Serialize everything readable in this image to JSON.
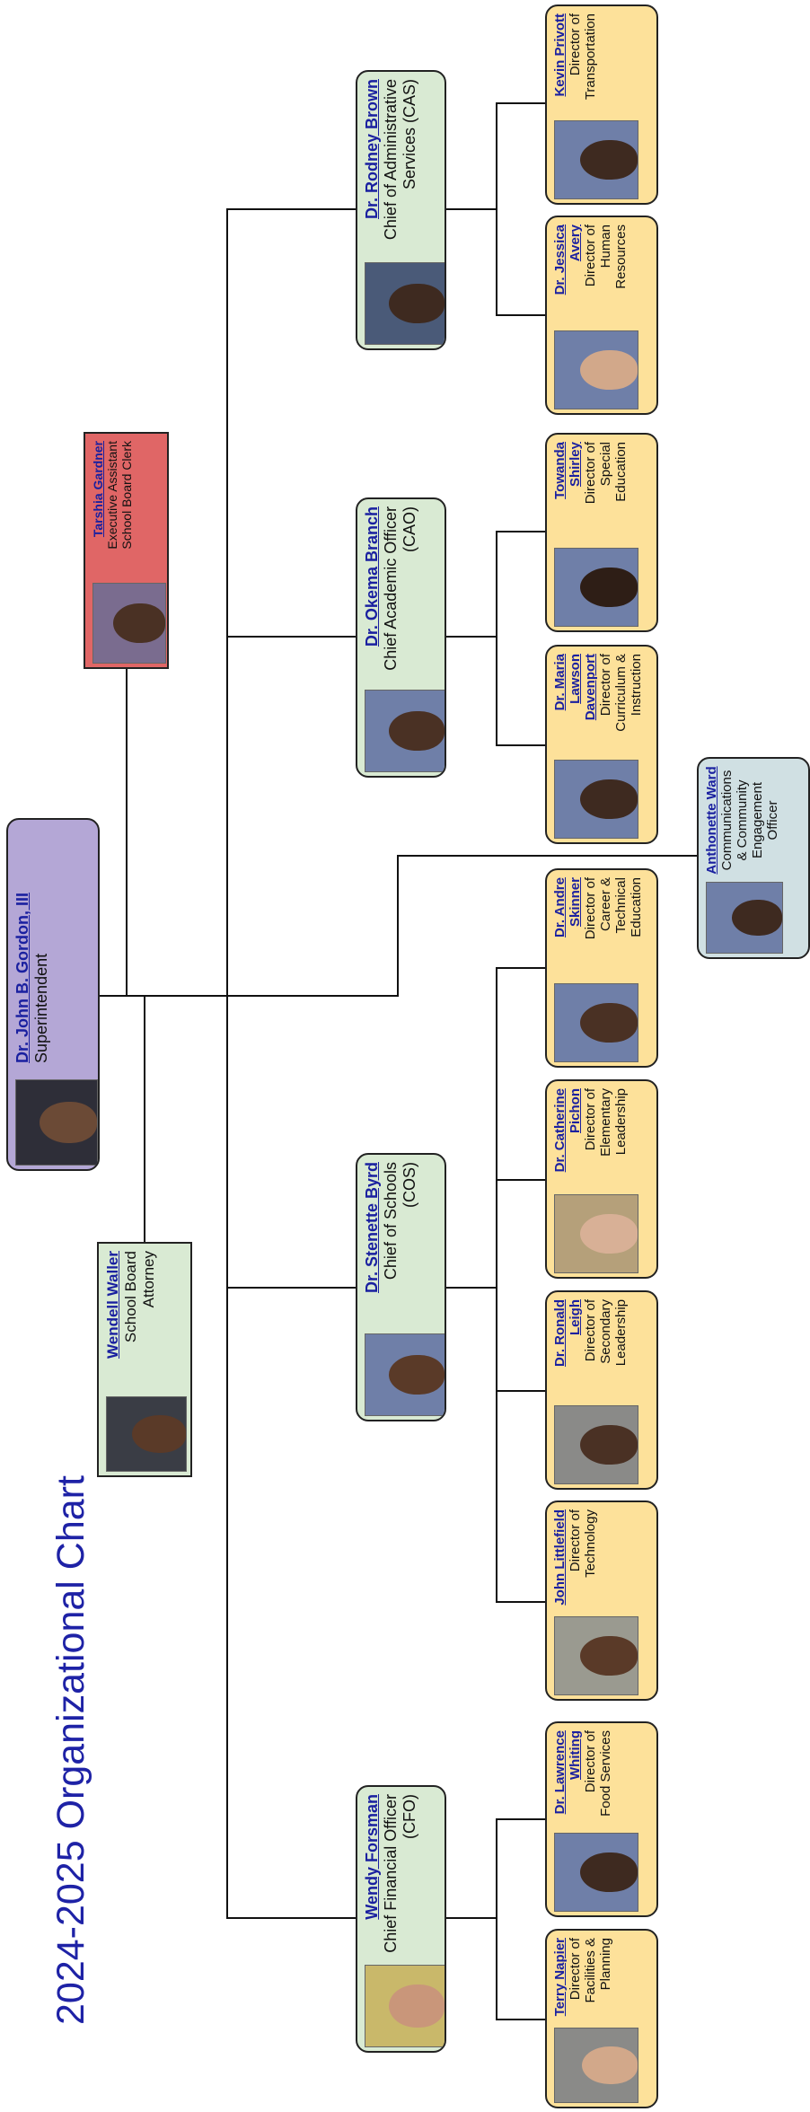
{
  "title": "2024-2025 Organizational Chart",
  "superintendent": {
    "name": "Dr. John B. Gordon, III",
    "role": "Superintendent"
  },
  "executive_assistant": {
    "name": "Tarshia Gardner",
    "role": "Executive Assistant School Board Clerk"
  },
  "attorney": {
    "name": "Wendell Waller",
    "role": "School Board Attorney"
  },
  "communications": {
    "name": "Anthonette Ward",
    "role": "Communications & Community Engagement Officer"
  },
  "chiefs": [
    {
      "name": "Wendy Forsman",
      "role": "Chief Financial Officer (CFO)"
    },
    {
      "name": "Dr. Stenette Byrd",
      "role": "Chief of Schools (COS)"
    },
    {
      "name": "Dr. Okema Branch",
      "role": "Chief Academic Officer (CAO)"
    },
    {
      "name": "Dr. Rodney Brown",
      "role": "Chief of Administrative Services (CAS)"
    }
  ],
  "directors": [
    {
      "name": "Terry Napier",
      "role": "Director of Facilities & Planning"
    },
    {
      "name": "Dr. Lawrence Whiting",
      "role": "Director of Food Services"
    },
    {
      "name": "John Littlefield",
      "role": "Director of Technology"
    },
    {
      "name": "Dr. Ronald Leigh",
      "role": "Director of Secondary Leadership"
    },
    {
      "name": "Dr. Catherine Pichon",
      "role": "Director of Elementary Leadership"
    },
    {
      "name": "Dr. Andre Skinner",
      "role": "Director of Career & Technical Education"
    },
    {
      "name": "Dr. Maria Lawson Davenport",
      "role": "Director of Curriculum & Instruction"
    },
    {
      "name": "Towanda Shirley",
      "role": "Director of Special Education"
    },
    {
      "name": "Dr. Jessica Avery",
      "role": "Director of Human Resources"
    },
    {
      "name": "Kevin Privott",
      "role": "Director of Transportation"
    }
  ],
  "colors": {
    "title": "#1e22a6",
    "name_link": "#1a20a0",
    "superintendent_box": "#b4a7d6",
    "executive_box": "#e06666",
    "chief_box": "#d9ead3",
    "director_box": "#fde19a",
    "communications_box": "#d0e0e3"
  },
  "icons": {
    "photo": "person-photo-icon"
  }
}
